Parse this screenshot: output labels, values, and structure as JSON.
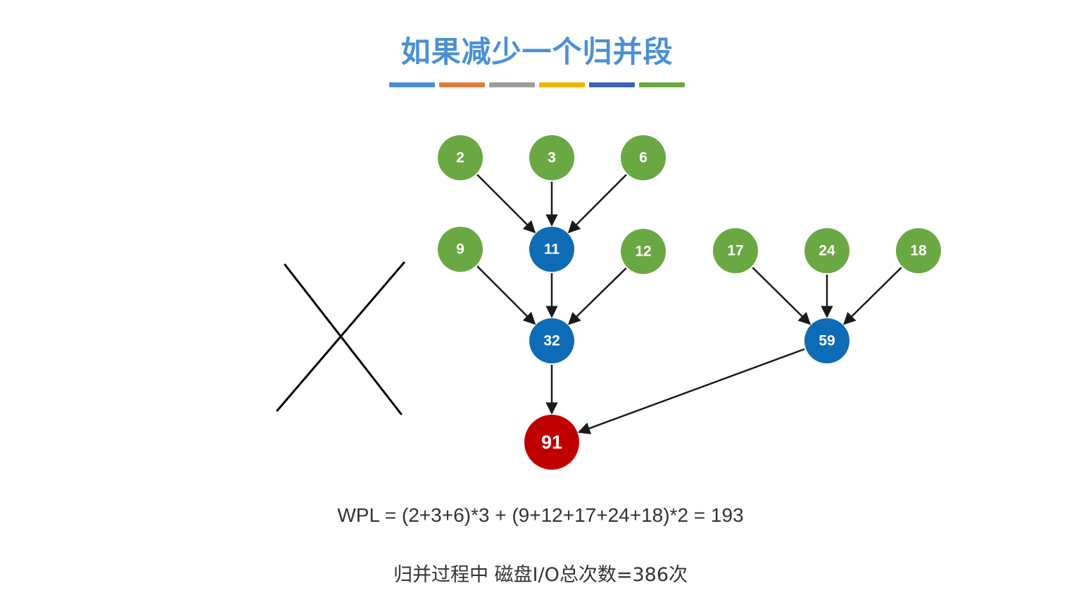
{
  "title": "如果减少一个归并段",
  "colors": {
    "title": "#4a90d6",
    "leaf": "#6aa843",
    "internal": "#0e6bb5",
    "root": "#c00000",
    "arrow": "#1a1a1a",
    "bars": [
      "#4a90d6",
      "#e37b3a",
      "#9b9b9b",
      "#f0b400",
      "#3c62b4",
      "#6aa843"
    ]
  },
  "nodes": [
    {
      "id": "n2",
      "label": "2",
      "kind": "leaf"
    },
    {
      "id": "n3",
      "label": "3",
      "kind": "leaf"
    },
    {
      "id": "n6",
      "label": "6",
      "kind": "leaf"
    },
    {
      "id": "n9",
      "label": "9",
      "kind": "leaf"
    },
    {
      "id": "n11",
      "label": "11",
      "kind": "internal"
    },
    {
      "id": "n12",
      "label": "12",
      "kind": "leaf"
    },
    {
      "id": "n17",
      "label": "17",
      "kind": "leaf"
    },
    {
      "id": "n24",
      "label": "24",
      "kind": "leaf"
    },
    {
      "id": "n18",
      "label": "18",
      "kind": "leaf"
    },
    {
      "id": "n32",
      "label": "32",
      "kind": "internal"
    },
    {
      "id": "n59",
      "label": "59",
      "kind": "internal"
    },
    {
      "id": "n91",
      "label": "91",
      "kind": "root"
    }
  ],
  "edges": [
    [
      "n2",
      "n11"
    ],
    [
      "n3",
      "n11"
    ],
    [
      "n6",
      "n11"
    ],
    [
      "n9",
      "n32"
    ],
    [
      "n11",
      "n32"
    ],
    [
      "n12",
      "n32"
    ],
    [
      "n17",
      "n59"
    ],
    [
      "n24",
      "n59"
    ],
    [
      "n18",
      "n59"
    ],
    [
      "n32",
      "n91"
    ],
    [
      "n59",
      "n91"
    ]
  ],
  "wpl_formula": "WPL = (2+3+6)*3 + (9+12+17+24+18)*2 = 193",
  "io_summary": "归并过程中 磁盘I/O总次数=386次"
}
